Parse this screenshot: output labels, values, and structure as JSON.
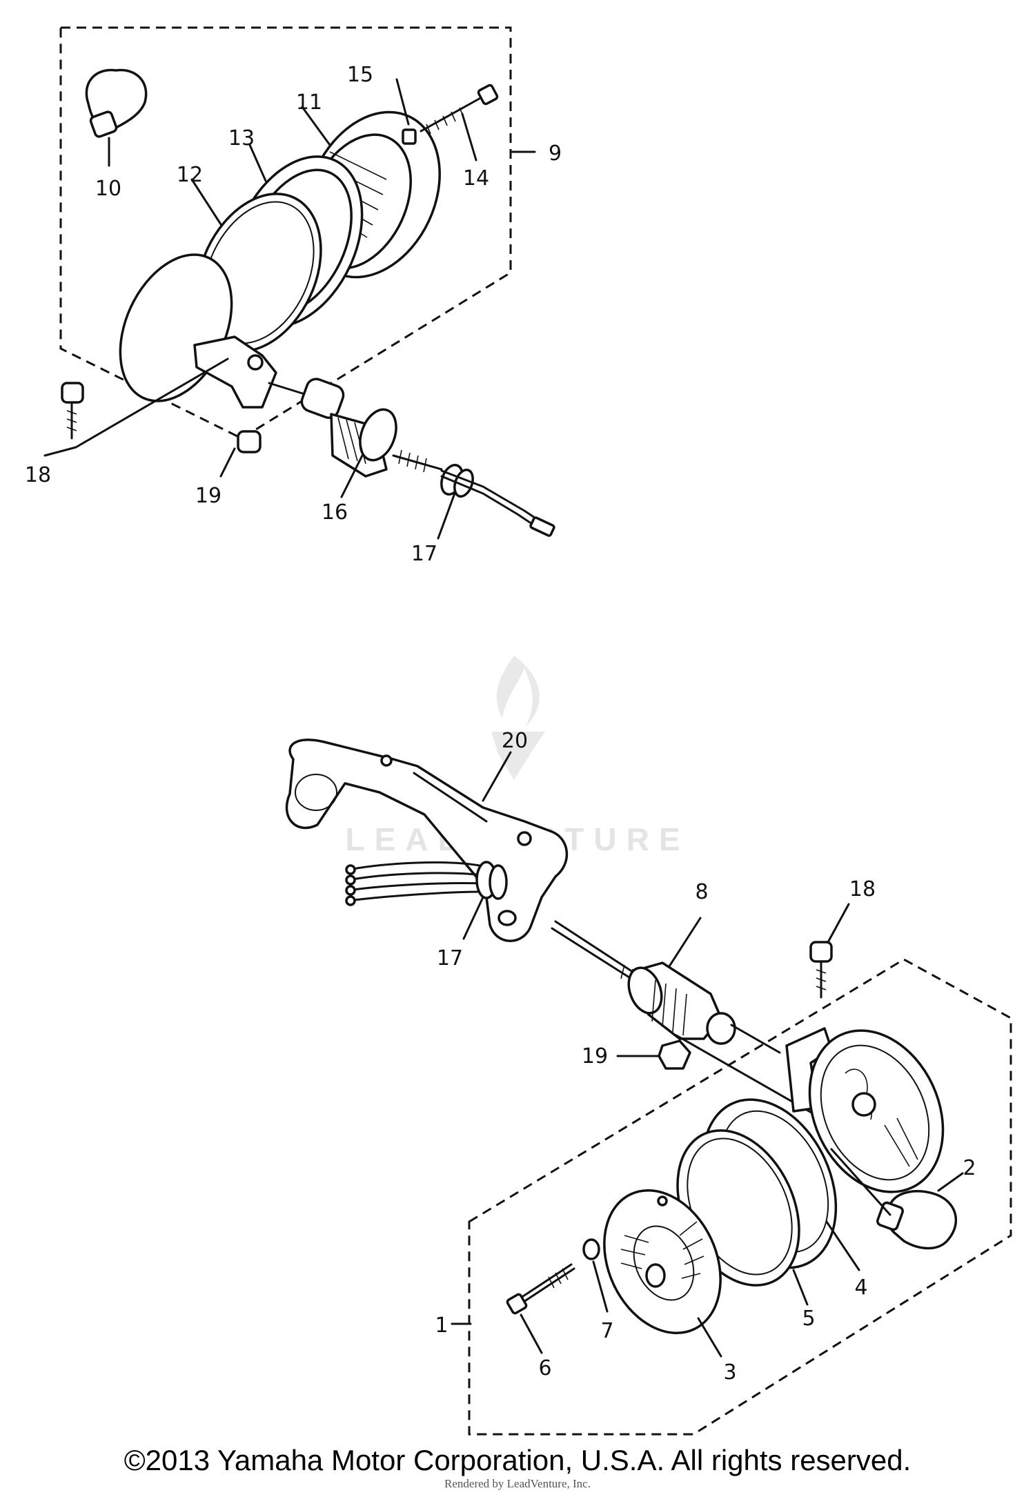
{
  "callouts": {
    "c1": "1",
    "c2": "2",
    "c3": "3",
    "c4": "4",
    "c5": "5",
    "c6": "6",
    "c7": "7",
    "c8": "8",
    "c9": "9",
    "c10": "10",
    "c11": "11",
    "c12": "12",
    "c13": "13",
    "c14": "14",
    "c15": "15",
    "c16": "16",
    "c17a": "17",
    "c17b": "17",
    "c18a": "18",
    "c18b": "18",
    "c19a": "19",
    "c19b": "19",
    "c20": "20"
  },
  "watermark": {
    "text": "LEADVENTURE"
  },
  "footer": {
    "copyright": "©2013 Yamaha Motor Corporation, U.S.A. All rights reserved.",
    "rendered_by": "Rendered by LeadVenture, Inc."
  }
}
